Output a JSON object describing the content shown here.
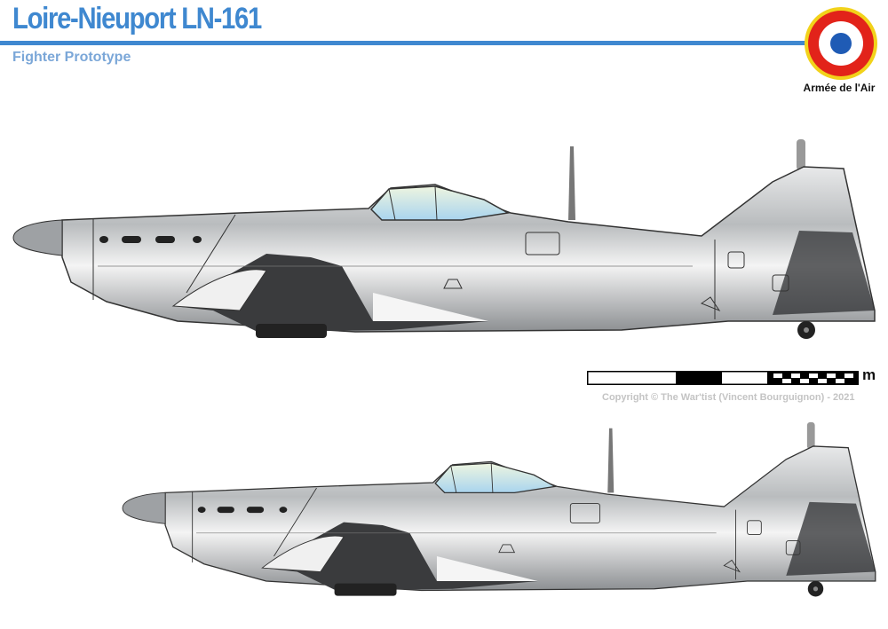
{
  "header": {
    "title": "Loire-Nieuport LN-161",
    "subtitle": "Fighter Prototype"
  },
  "insignia": {
    "label": "Armée de l'Air",
    "colors": {
      "outer": "#f2d21a",
      "ring": "#e2231a",
      "middle": "#ffffff",
      "center": "#1f5bb5"
    }
  },
  "scale_bar": {
    "unit": "m"
  },
  "copyright": "Copyright © The War'tist (Vincent Bourguignon) - 2021",
  "colors": {
    "accent": "#3f88d0",
    "subtitle": "#7ba7d8",
    "metal": "#c8cacc"
  },
  "views": [
    {
      "name": "side-view-large"
    },
    {
      "name": "side-view-small"
    }
  ]
}
